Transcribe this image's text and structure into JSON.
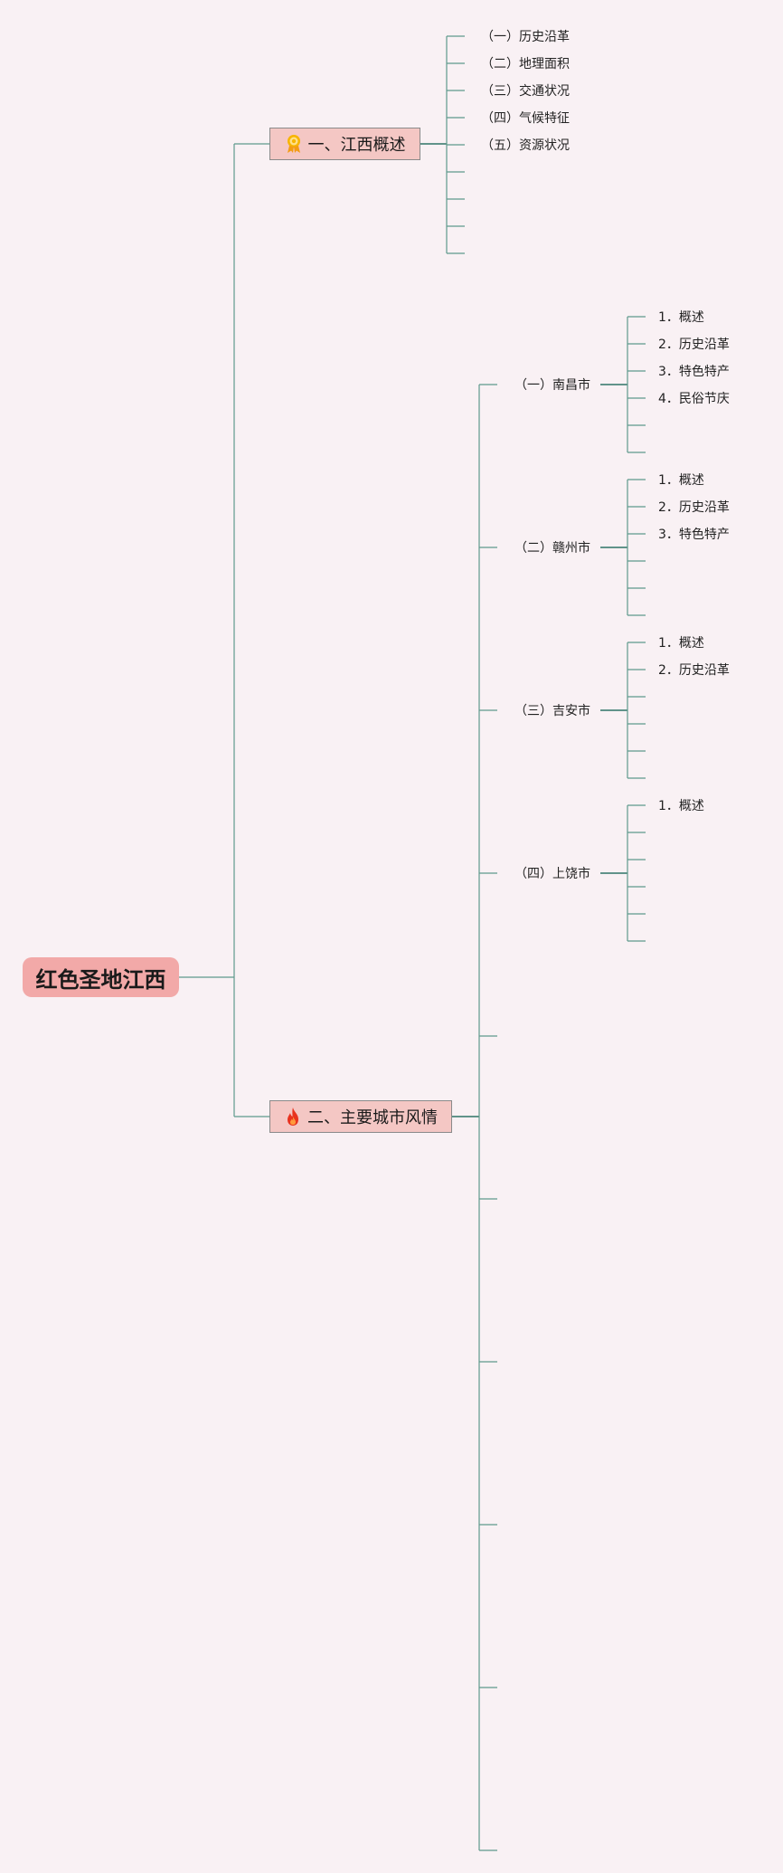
{
  "root": {
    "label": "红色圣地江西"
  },
  "branches": [
    {
      "label": "一、江西概述",
      "icon": "medal-icon",
      "children": [
        "（一）历史沿革",
        "（二）地理面积",
        "（三）交通状况",
        "（四）气候特征",
        "（五）资源状况"
      ]
    },
    {
      "label": "二、主要城市风情",
      "icon": "fire-icon",
      "cities": [
        {
          "label": "（一）南昌市",
          "items": [
            "1．概述",
            "2．历史沿革",
            "3．特色特产",
            "4．民俗节庆"
          ]
        },
        {
          "label": "（二）赣州市",
          "items": [
            "1．概述",
            "2．历史沿革",
            "3．特色特产"
          ]
        },
        {
          "label": "（三）吉安市",
          "items": [
            "1．概述",
            "2．历史沿革"
          ]
        },
        {
          "label": "（四）上饶市",
          "items": [
            "1．概述"
          ]
        }
      ]
    }
  ],
  "colors": {
    "background": "#f9f1f4",
    "root_fill": "#f2a9a8",
    "branch_fill": "#f4c7c4",
    "connector": "#5f9a8c",
    "connector_strong": "#2f7466"
  }
}
